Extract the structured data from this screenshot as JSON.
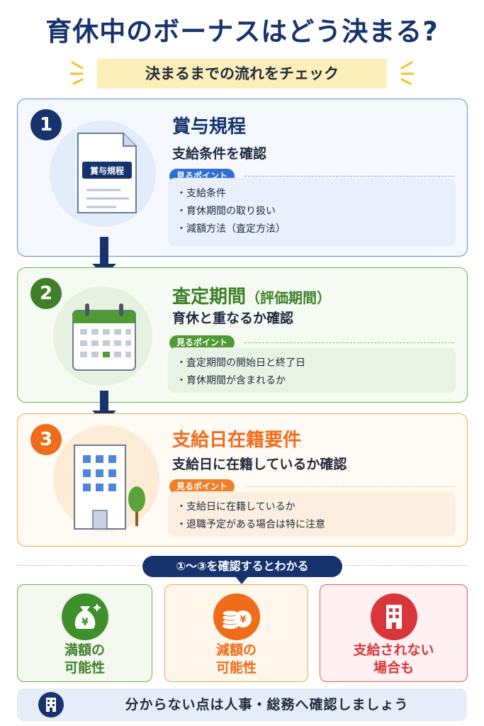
{
  "title": "育休中のボーナスはどう決まる?",
  "subtitle": "決まるまでの流れをチェック",
  "steps": [
    {
      "number": "1",
      "title": "賞与規程",
      "title_paren": "",
      "desc": "支給条件を確認",
      "point_label": "見るポイント",
      "doc_label": "賞与規程",
      "points": [
        "支給条件",
        "育休期間の取り扱い",
        "減額方法（査定方法）"
      ]
    },
    {
      "number": "2",
      "title": "査定期間",
      "title_paren": "（評価期間）",
      "desc": "育休と重なるか確認",
      "point_label": "見るポイント",
      "points": [
        "査定期間の開始日と終了日",
        "育休期間が含まれるか"
      ]
    },
    {
      "number": "3",
      "title": "支給日在籍要件",
      "title_paren": "",
      "desc": "支給日に在籍しているか確認",
      "point_label": "見るポイント",
      "points": [
        "支給日に在籍しているか",
        "退職予定がある場合は特に注意"
      ]
    }
  ],
  "result_banner": "①〜③を確認するとわかる",
  "results": [
    {
      "line1": "満額の",
      "line2": "可能性",
      "icon": "money-bag-icon"
    },
    {
      "line1": "減額の",
      "line2": "可能性",
      "icon": "coins-icon"
    },
    {
      "line1": "支給されない",
      "line2": "場合も",
      "icon": "building-icon"
    }
  ],
  "footer": "分からない点は人事・総務へ確認しましょう",
  "colors": {
    "navy": "#17336e",
    "green": "#3f7f2a",
    "orange": "#ef6c1a",
    "red": "#d9363a"
  }
}
